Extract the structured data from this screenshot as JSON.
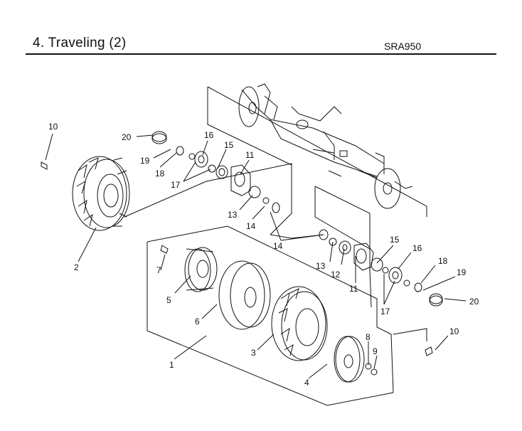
{
  "header": {
    "title": "4. Traveling (2)",
    "model": "SRA950"
  },
  "callouts": [
    {
      "id": "c10a",
      "text": "10"
    },
    {
      "id": "c20a",
      "text": "20"
    },
    {
      "id": "c19a",
      "text": "19"
    },
    {
      "id": "c16a",
      "text": "16"
    },
    {
      "id": "c15a",
      "text": "15"
    },
    {
      "id": "c11a",
      "text": "11"
    },
    {
      "id": "c18a",
      "text": "18"
    },
    {
      "id": "c17a",
      "text": "17"
    },
    {
      "id": "c13a",
      "text": "13"
    },
    {
      "id": "c14a",
      "text": "14"
    },
    {
      "id": "c2",
      "text": "2"
    },
    {
      "id": "c7",
      "text": "7"
    },
    {
      "id": "c5",
      "text": "5"
    },
    {
      "id": "c6",
      "text": "6"
    },
    {
      "id": "c1",
      "text": "1"
    },
    {
      "id": "c3",
      "text": "3"
    },
    {
      "id": "c4",
      "text": "4"
    },
    {
      "id": "c8",
      "text": "8"
    },
    {
      "id": "c9",
      "text": "9"
    },
    {
      "id": "c14b",
      "text": "14"
    },
    {
      "id": "c13b",
      "text": "13"
    },
    {
      "id": "c12",
      "text": "12"
    },
    {
      "id": "c11b",
      "text": "11"
    },
    {
      "id": "c15b",
      "text": "15"
    },
    {
      "id": "c16b",
      "text": "16"
    },
    {
      "id": "c18b",
      "text": "18"
    },
    {
      "id": "c19b",
      "text": "19"
    },
    {
      "id": "c17b",
      "text": "17"
    },
    {
      "id": "c20b",
      "text": "20"
    },
    {
      "id": "c10b",
      "text": "10"
    }
  ]
}
